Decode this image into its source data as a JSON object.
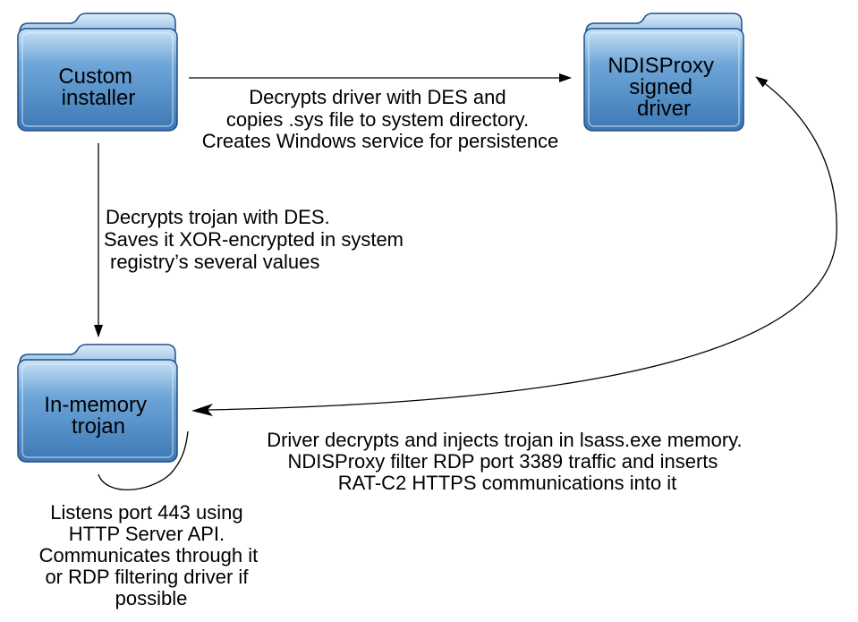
{
  "colors": {
    "folder_top": "#c9e2f6",
    "folder_mid": "#6ea6d8",
    "folder_bottom": "#3d78b6",
    "folder_border": "#1f4f86",
    "line": "#000000"
  },
  "nodes": {
    "installer": {
      "lines": [
        "Custom",
        "installer"
      ]
    },
    "driver": {
      "lines": [
        "NDISProxy",
        "signed",
        "driver"
      ]
    },
    "trojan": {
      "lines": [
        "In-memory",
        "trojan"
      ]
    }
  },
  "edges": {
    "installer_to_driver": {
      "lines": [
        "Decrypts driver with DES and",
        "copies .sys file to system directory.",
        "Creates Windows service for persistence"
      ]
    },
    "installer_to_trojan": {
      "lines": [
        "Decrypts trojan with DES.",
        "Saves it XOR-encrypted in system",
        "registry’s several values"
      ]
    },
    "driver_to_trojan": {
      "lines": [
        "Driver decrypts and injects trojan in lsass.exe memory.",
        "NDISProxy filter RDP port 3389 traffic and inserts",
        "RAT-C2 HTTPS communications into it"
      ]
    },
    "trojan_self": {
      "lines": [
        "Listens port 443 using",
        "HTTP Server API.",
        "Communicates through it",
        "or RDP filtering driver if",
        "possible"
      ]
    }
  }
}
